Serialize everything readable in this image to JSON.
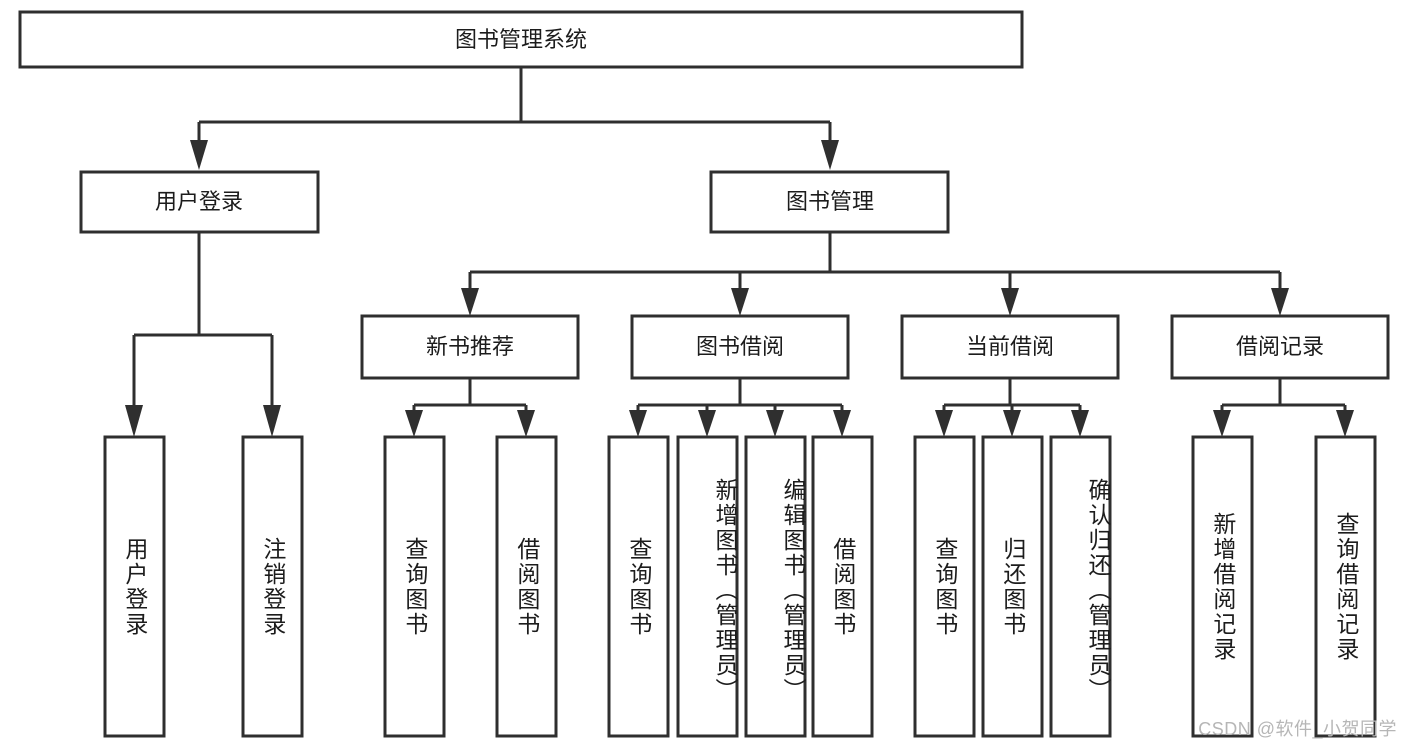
{
  "diagram": {
    "type": "tree-hierarchy",
    "orientation": "top-down",
    "title": "图书管理系统",
    "root": {
      "label": "图书管理系统"
    },
    "level1": [
      {
        "label": "用户登录"
      },
      {
        "label": "图书管理"
      }
    ],
    "level2": [
      {
        "label": "新书推荐"
      },
      {
        "label": "图书借阅"
      },
      {
        "label": "当前借阅"
      },
      {
        "label": "借阅记录"
      }
    ],
    "leaves": {
      "user_login": [
        {
          "label": "用户登录"
        },
        {
          "label": "注销登录"
        }
      ],
      "new_book_recommend": [
        {
          "label": "查询图书"
        },
        {
          "label": "借阅图书"
        }
      ],
      "book_borrow": [
        {
          "label": "查询图书"
        },
        {
          "label": "新增图书（管理员）"
        },
        {
          "label": "编辑图书（管理员）"
        },
        {
          "label": "借阅图书"
        }
      ],
      "current_borrow": [
        {
          "label": "查询图书"
        },
        {
          "label": "归还图书"
        },
        {
          "label": "确认归还（管理员）"
        }
      ],
      "borrow_records": [
        {
          "label": "新增借阅记录"
        },
        {
          "label": "查询借阅记录"
        }
      ]
    }
  },
  "colors": {
    "stroke": "#2f2f2f",
    "box_fill": "#ffffff",
    "text": "#1c1c1c",
    "background": "#ffffff",
    "watermark": "#b6b6b6"
  },
  "watermark": {
    "text": "CSDN @软件_小贺同学"
  }
}
